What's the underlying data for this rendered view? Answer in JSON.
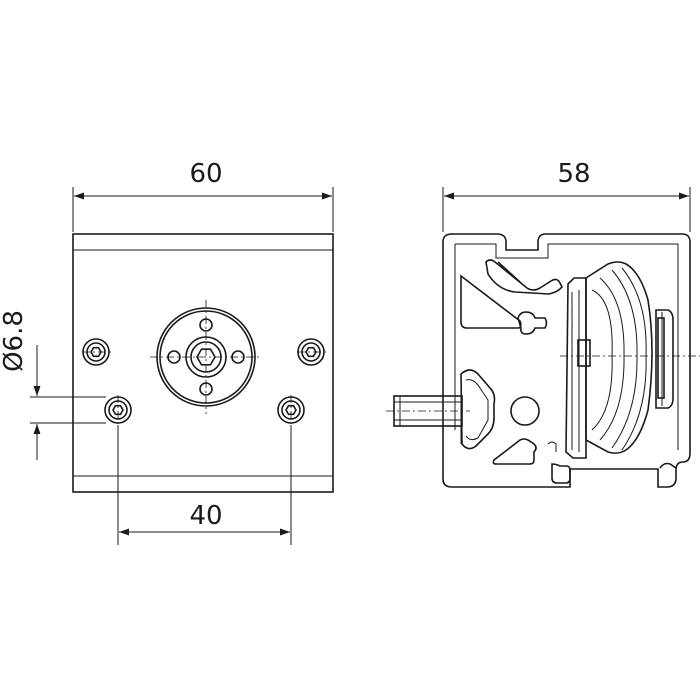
{
  "dimensions": {
    "front_width": "60",
    "hole_spacing": "40",
    "hole_diameter": "Ø6.8",
    "side_width": "58"
  }
}
